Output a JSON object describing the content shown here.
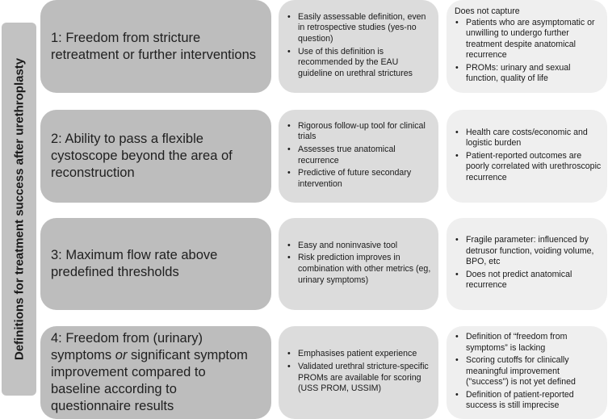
{
  "side_label": "Definitions for treatment success after urethroplasty",
  "colors": {
    "side_box": "#c2c2c2",
    "definition_box": "#bdbdbd",
    "advantages_box": "#dcdcdc",
    "limitations_box": "#efefef"
  },
  "rows": [
    {
      "definition": "1: Freedom from stricture retreatment or further interventions",
      "advantages": [
        "Easily assessable definition, even in retrospective studies (yes-no question)",
        "Use of this definition is recommended by the EAU guideline on urethral strictures"
      ],
      "limitations_lead": "Does not capture",
      "limitations": [
        "Patients who are asymptomatic or unwilling to undergo further treatment despite anatomical recurrence",
        "PROMs: urinary and sexual function, quality of life"
      ]
    },
    {
      "definition": "2: Ability to pass a flexible cystoscope beyond the area of reconstruction",
      "advantages": [
        "Rigorous follow-up tool for clinical trials",
        "Assesses true anatomical recurrence",
        "Predictive of future secondary intervention"
      ],
      "limitations": [
        "Health care costs/economic and logistic burden",
        "Patient-reported outcomes are poorly correlated with urethroscopic recurrence"
      ]
    },
    {
      "definition": "3: Maximum flow rate above predefined thresholds",
      "advantages": [
        "Easy and noninvasive tool",
        "Risk prediction improves in combination with other metrics (eg, urinary symptoms)"
      ],
      "limitations": [
        "Fragile parameter: influenced by detrusor function, voiding volume, BPO, etc",
        "Does not predict anatomical recurrence"
      ]
    },
    {
      "definition_part1": "4: Freedom from (urinary) symptoms",
      "definition_italic": "or",
      "definition_part2": "significant symptom improvement compared to baseline according to questionnaire results",
      "advantages": [
        "Emphasises patient experience",
        "Validated urethral stricture-specific PROMs are available for scoring (USS PROM, USSIM)"
      ],
      "limitations": [
        "Definition of “freedom from symptoms” is lacking",
        "Scoring cutoffs for clinically meaningful improvement (\"success\") is not yet defined",
        "Definition of patient-reported success is still imprecise"
      ]
    }
  ]
}
